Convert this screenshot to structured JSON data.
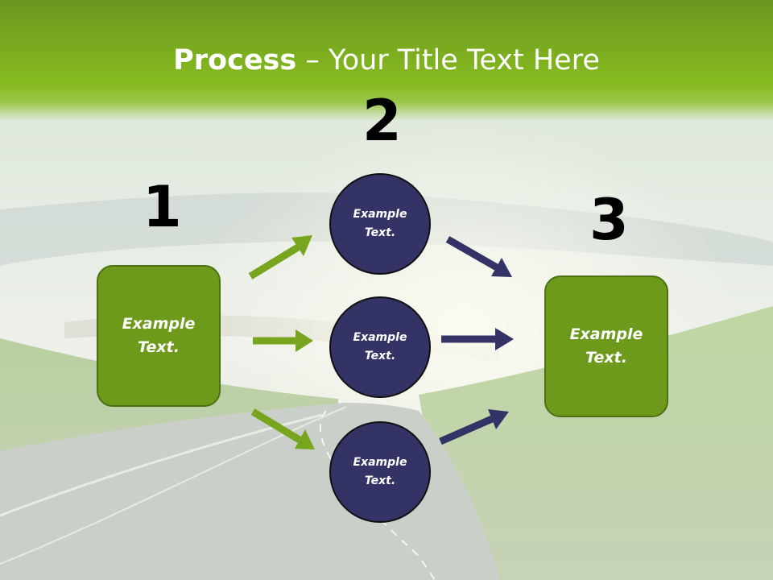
{
  "title": {
    "bold": "Process",
    "rest": " – Your Title Text Here"
  },
  "steps": {
    "one": "1",
    "two": "2",
    "three": "3"
  },
  "boxes": {
    "left": "Example Text.",
    "right": "Example Text."
  },
  "circles": {
    "top": "Example Text.",
    "middle": "Example Text.",
    "bottom": "Example Text."
  },
  "colors": {
    "green": "#6e9a1c",
    "navy": "#333366",
    "title_bar": "#86bb1f"
  }
}
